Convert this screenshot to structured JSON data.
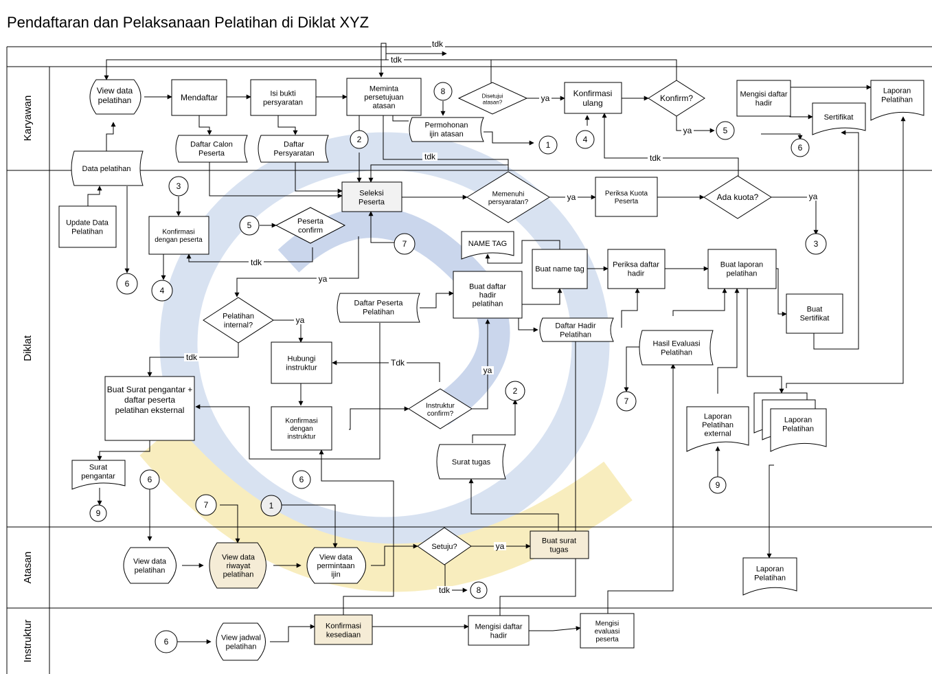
{
  "diagram": {
    "title": "Pendaftaran dan Pelaksanaan Pelatihan di Diklat XYZ",
    "lanes": {
      "karyawan": "Karyawan",
      "diklat": "Diklat",
      "atasan": "Atasan",
      "instruktur": "Instruktur"
    },
    "nodes": {
      "view_data_pelatihan_k": "View data pelatihan",
      "mendaftar": "Mendaftar",
      "isi_bukti": "Isi bukti persyaratan",
      "meminta_persetujuan": "Meminta persetujuan atasan",
      "disetujui_atasan": "Disetujui atasan?",
      "konfirmasi_ulang": "Konfirmasi ulang",
      "konfirm": "Konfirm?",
      "mengisi_daftar_hadir_k": "Mengisi daftar hadir",
      "laporan_pelatihan_k": "Laporan Pelatihan",
      "sertifikat": "Sertifikat",
      "daftar_calon_peserta": "Daftar Calon Peserta",
      "daftar_persyaratan": "Daftar Persyaratan",
      "permohonan_ijin": "Permohonan ijin atasan",
      "data_pelatihan": "Data pelatihan",
      "update_data_pelatihan": "Update Data Pelatihan",
      "seleksi_peserta": "Seleksi Peserta",
      "memenuhi_persyaratan": "Memenuhi persyaratan?",
      "periksa_kuota": "Periksa Kuota Peserta",
      "ada_kuota": "Ada kuota?",
      "konfirmasi_peserta": "Konfirmasi dengan peserta",
      "peserta_confirm": "Peserta confirm",
      "name_tag": "NAME TAG",
      "buat_name_tag": "Buat name tag",
      "periksa_daftar_hadir": "Periksa daftar hadir",
      "buat_laporan": "Buat laporan pelatihan",
      "buat_daftar_hadir": "Buat daftar hadir pelatihan",
      "daftar_peserta_pelatihan": "Daftar Peserta Pelatihan",
      "daftar_hadir_pelatihan": "Daftar Hadir Pelatihan",
      "buat_sertifikat": "Buat Sertifikat",
      "pelatihan_internal": "Pelatihan internal?",
      "hubungi_instruktur": "Hubungi instruktur",
      "hasil_evaluasi": "Hasil Evaluasi Pelatihan",
      "buat_surat_pengantar": "Buat Surat pengantar + daftar peserta pelatihan eksternal",
      "konfirmasi_instruktur": "Konfirmasi dengan instruktur",
      "instruktur_confirm": "Instruktur confirm?",
      "surat_tugas": "Surat tugas",
      "laporan_external": "Laporan Pelatihan external",
      "laporan_pelatihan_d": "Laporan Pelatihan",
      "surat_pengantar": "Surat pengantar",
      "view_data_pelatihan_a": "View data pelatihan",
      "view_riwayat": "View data riwayat pelatihan",
      "view_permintaan_ijin": "View data permintaan ijin",
      "setuju": "Setuju?",
      "buat_surat_tugas": "Buat surat tugas",
      "laporan_pelatihan_a": "Laporan Pelatihan",
      "view_jadwal": "View jadwal pelatihan",
      "konfirmasi_kesediaan": "Konfirmasi kesediaan",
      "mengisi_daftar_hadir_i": "Mengisi daftar hadir",
      "mengisi_evaluasi": "Mengisi evaluasi peserta"
    },
    "edge_labels": {
      "ya": "ya",
      "tdk": "tdk",
      "Tdk": "Tdk"
    },
    "connectors": [
      "1",
      "2",
      "3",
      "4",
      "5",
      "6",
      "7",
      "8",
      "9"
    ],
    "colors": {
      "process_fill": "#ffffff",
      "highlight_fill": "#f2f2f2",
      "tan_fill": "#f5ecd6",
      "line": "#000000"
    }
  }
}
